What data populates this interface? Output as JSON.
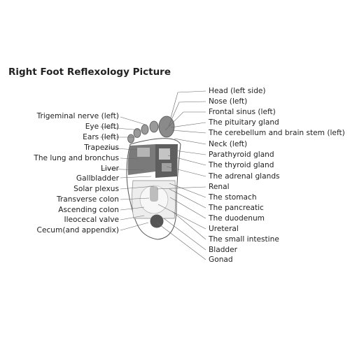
{
  "title": "Right Foot Reflexology Picture",
  "left_labels": [
    "Trigeminal nerve (left)",
    "Eye (left)",
    "Ears (left)",
    "Trapezius",
    "The lung and bronchus",
    "Liver",
    "Gallbladder",
    "Solar plexus",
    "Transverse colon",
    "Ascending colon",
    "Ileocecal valve",
    "Cecum(and appendix)"
  ],
  "right_labels": [
    "Head (left side)",
    "Nose (left)",
    "Frontal sinus (left)",
    "The pituitary gland",
    "The cerebellum and brain stem (left)",
    "Neck (left)",
    "Parathyroid gland",
    "The thyroid gland",
    "The adrenal glands",
    "Renal",
    "The stomach",
    "The pancreatic",
    "The duodenum",
    "Ureteral",
    "The small intestine",
    "Bladder",
    "Gonad"
  ]
}
